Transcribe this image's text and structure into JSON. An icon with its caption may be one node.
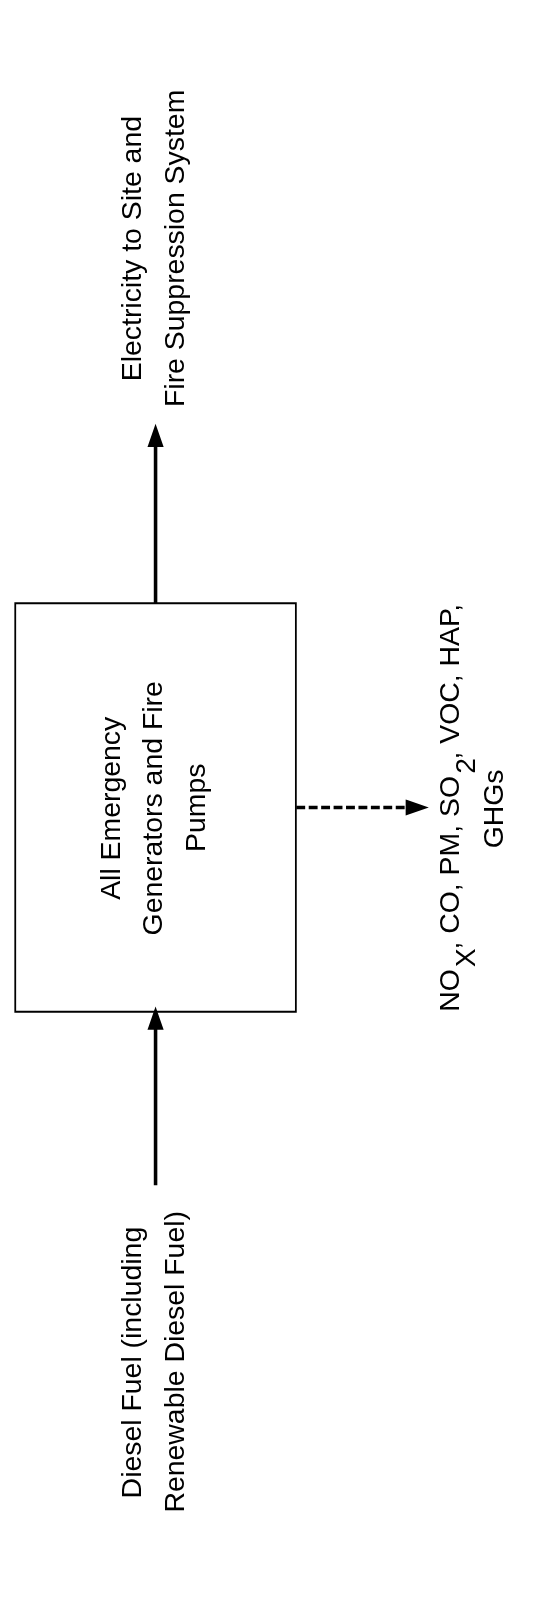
{
  "diagram": {
    "nodes": [
      {
        "text": [
          "Diesel Fuel (including Renewable Diesel Fuel)"
        ]
      },
      {
        "text": [
          "All Emergency Generators and Fire Pumps"
        ]
      },
      {
        "text": [
          "Electricity to Site and Fire Suppression System"
        ]
      },
      {
        "text": [
          "NO$_{X}$, CO, PM, SO$_{2}$, VOC, HAP, GHGs"
        ]
      }
    ],
    "edges": [
      {
        "from": 0,
        "to": 1,
        "arrow": "to"
      },
      {
        "from": 1,
        "to": 2,
        "arrow": "to"
      },
      {
        "from": 1,
        "to": 3,
        "arrow": "to",
        "style": "dashed"
      }
    ]
  }
}
